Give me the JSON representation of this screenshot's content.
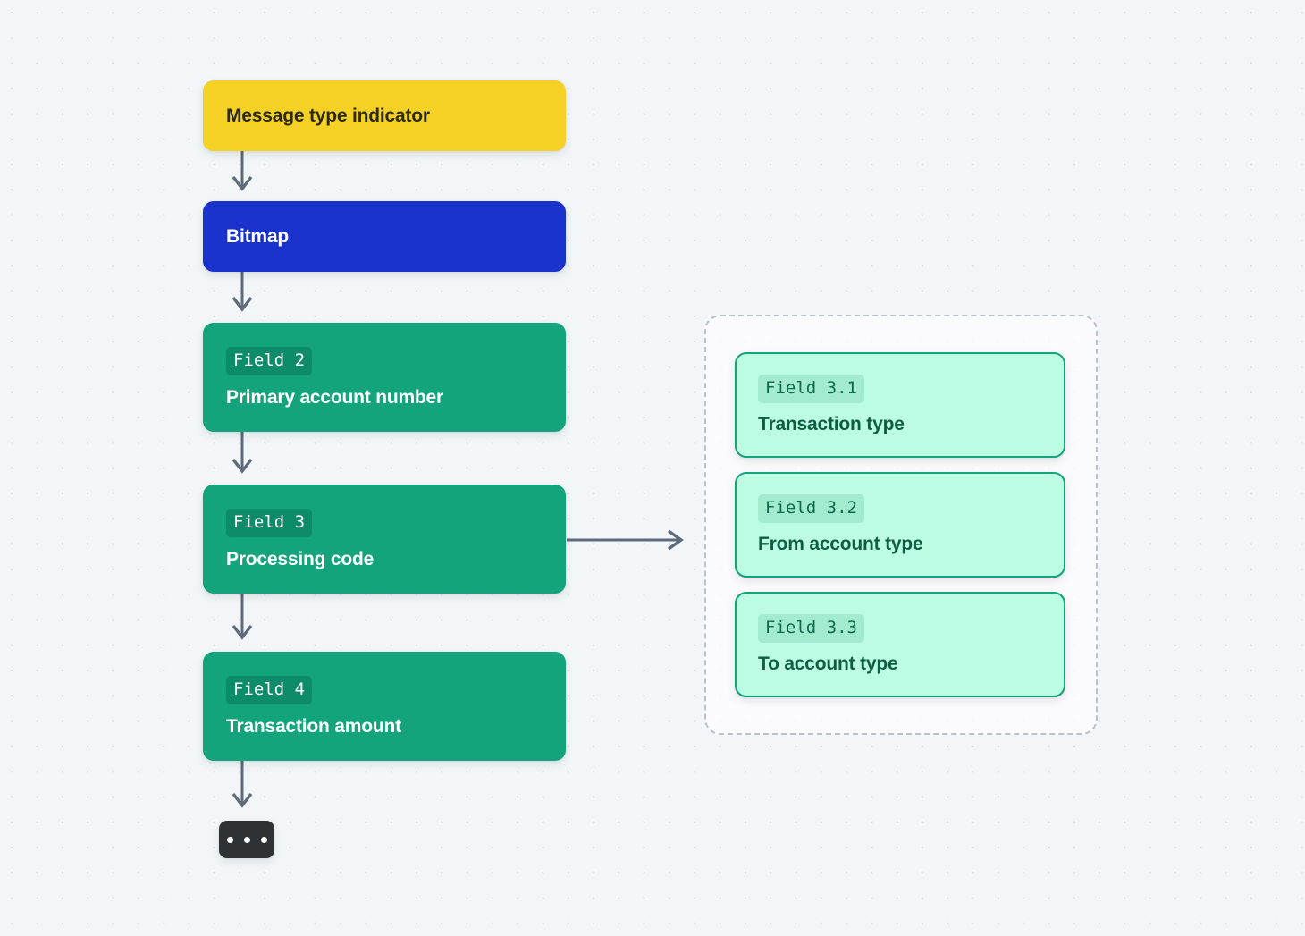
{
  "diagram": {
    "title_hidden": "",
    "colors": {
      "canvas_background": "#f2f6f8",
      "grid_dot": "#d5dde3",
      "yellow": "#f5d125",
      "blue": "#1a32cc",
      "green": "#13a47b",
      "green_badge": "#0c8c69",
      "mint_fill": "#bcfce3",
      "mint_border": "#13a47b",
      "mint_badge": "#a3ebcf",
      "mint_text": "#0d5f43",
      "dark": "#2f3234",
      "connector": "#5d6b7a",
      "group_border": "#b7c2cb"
    },
    "nodes": {
      "message_type_indicator": {
        "label": "Message type indicator"
      },
      "bitmap": {
        "label": "Bitmap"
      },
      "field_2": {
        "badge": "Field 2",
        "label": "Primary account number"
      },
      "field_3": {
        "badge": "Field 3",
        "label": "Processing code"
      },
      "field_4": {
        "badge": "Field 4",
        "label": "Transaction amount"
      },
      "more": {
        "label": "..."
      }
    },
    "subfields_group": {
      "items": [
        {
          "badge": "Field 3.1",
          "label": "Transaction type"
        },
        {
          "badge": "Field 3.2",
          "label": "From account type"
        },
        {
          "badge": "Field 3.3",
          "label": "To account type"
        }
      ]
    }
  }
}
